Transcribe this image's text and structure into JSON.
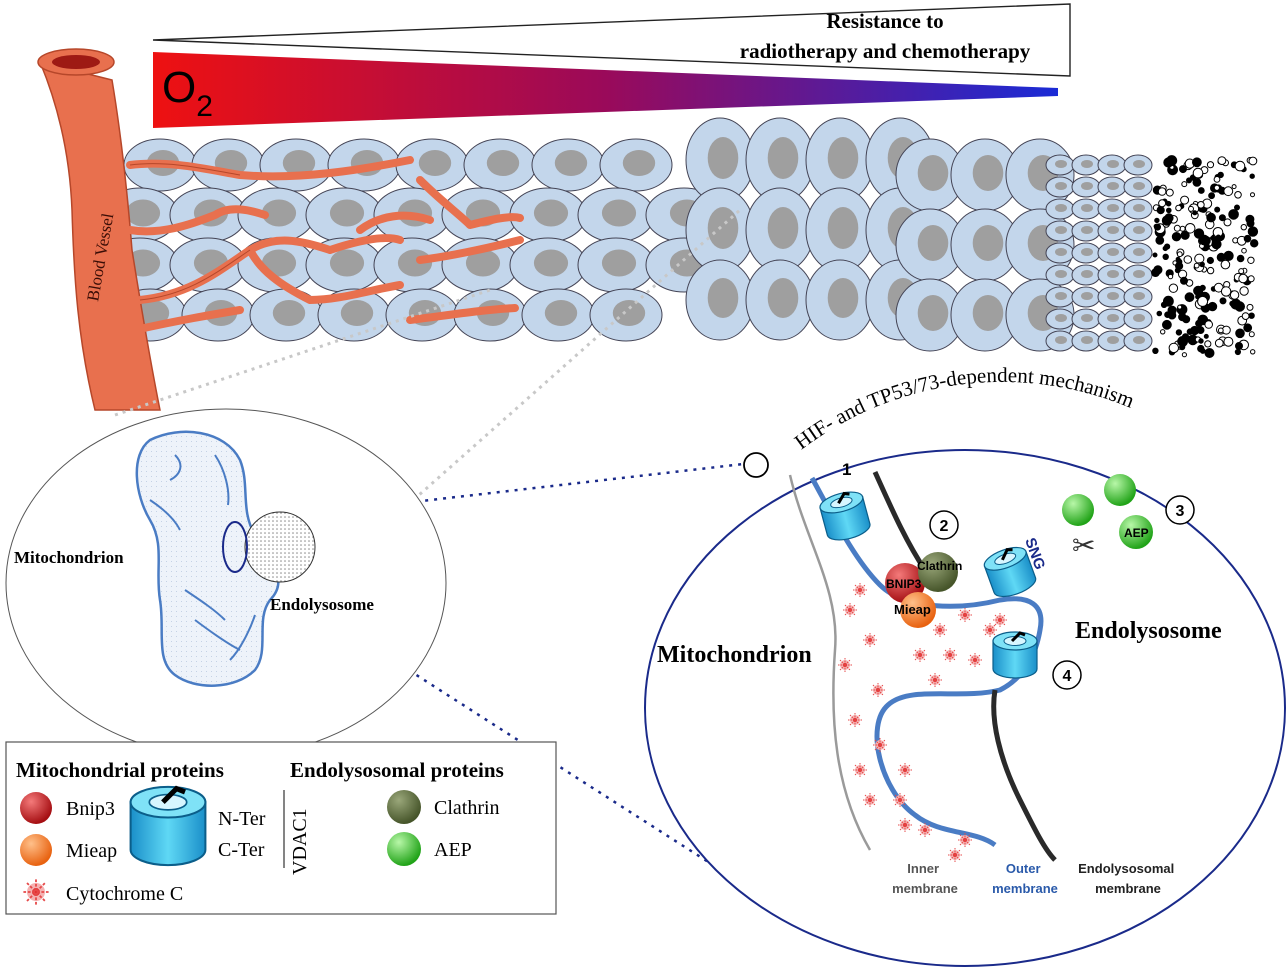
{
  "gradient_bar": {
    "o2_label": "O",
    "o2_subscript": "2",
    "resistance_line1": "Resistance  to",
    "resistance_line2": "radiotherapy and chemotherapy",
    "colors": {
      "start": "#ee1111",
      "mid": "#9a0a5a",
      "end": "#1a2bd6"
    }
  },
  "tissue": {
    "blood_vessel_label": "Blood Vessel",
    "vessel_color": "#e8704e",
    "cell_color": "#c3d6eb",
    "nucleus_color": "#9f9f9f"
  },
  "left_zoom": {
    "mitochondrion_label": "Mitochondrion",
    "endolysosome_label": "Endolysosome"
  },
  "right_zoom": {
    "mechanism_label": "HIF- and TP53/73-dependent mechanism",
    "mitochondrion_label": "Mitochondrion",
    "endolysosome_label": "Endolysosome",
    "steps": [
      "1",
      "2",
      "3",
      "4"
    ],
    "bnip3_label": "BNIP3",
    "clathrin_label": "Clathrin",
    "mieap_label": "Mieap",
    "aep_label": "AEP",
    "cleaved_label": "SNG",
    "inner_membrane": [
      "Inner",
      "membrane"
    ],
    "outer_membrane": [
      "Outer",
      "membrane"
    ],
    "endolysosomal_membrane": [
      "Endolysosomal",
      "membrane"
    ]
  },
  "legend": {
    "mito_title": "Mitochondrial proteins",
    "endo_title": "Endolysosomal proteins",
    "bnip3": "Bnip3",
    "mieap": "Mieap",
    "cytochrome": "Cytochrome C",
    "nter": "N-Ter",
    "cter": "C-Ter",
    "vdac": "VDAC1",
    "clathrin": "Clathrin",
    "aep": "AEP"
  },
  "colors": {
    "bnip3": "#c0161a",
    "mieap": "#f07320",
    "clathrin": "#5b6b34",
    "aep": "#36c82a",
    "vdac": "#2bb9e0",
    "outer_membrane": "#4a7cc4"
  }
}
